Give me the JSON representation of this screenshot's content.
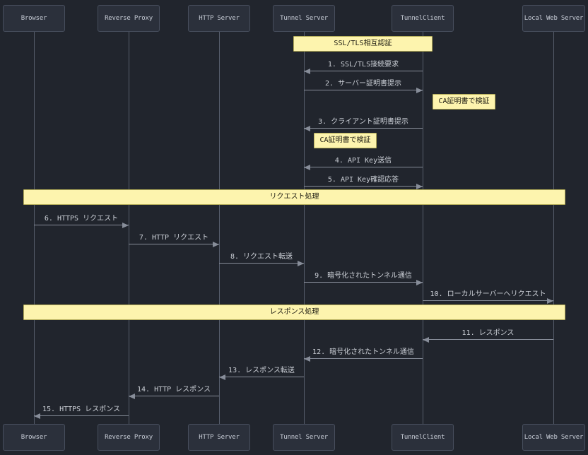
{
  "diagram": {
    "type": "sequence",
    "participants": [
      {
        "name": "Browser"
      },
      {
        "name": "Reverse Proxy"
      },
      {
        "name": "HTTP Server"
      },
      {
        "name": "Tunnel Server"
      },
      {
        "name": "TunnelClient"
      },
      {
        "name": "Local Web Server"
      }
    ],
    "notes": [
      {
        "text": "SSL/TLS相互認証",
        "over": [
          "Tunnel Server",
          "TunnelClient"
        ]
      },
      {
        "text": "CA証明書で検証",
        "over": [
          "TunnelClient"
        ]
      },
      {
        "text": "CA証明書で検証",
        "over": [
          "Tunnel Server"
        ]
      },
      {
        "text": "リクエスト処理",
        "over": [
          "Browser",
          "Local Web Server"
        ]
      },
      {
        "text": "レスポンス処理",
        "over": [
          "Browser",
          "Local Web Server"
        ]
      }
    ],
    "messages": [
      {
        "text": "1. SSL/TLS接続要求",
        "from": "TunnelClient",
        "to": "Tunnel Server"
      },
      {
        "text": "2. サーバー証明書提示",
        "from": "Tunnel Server",
        "to": "TunnelClient"
      },
      {
        "text": "3. クライアント証明書提示",
        "from": "TunnelClient",
        "to": "Tunnel Server"
      },
      {
        "text": "4. API Key送信",
        "from": "TunnelClient",
        "to": "Tunnel Server"
      },
      {
        "text": "5. API Key確認応答",
        "from": "Tunnel Server",
        "to": "TunnelClient"
      },
      {
        "text": "6. HTTPS リクエスト",
        "from": "Browser",
        "to": "Reverse Proxy"
      },
      {
        "text": "7. HTTP リクエスト",
        "from": "Reverse Proxy",
        "to": "HTTP Server"
      },
      {
        "text": "8. リクエスト転送",
        "from": "HTTP Server",
        "to": "Tunnel Server"
      },
      {
        "text": "9. 暗号化されたトンネル通信",
        "from": "Tunnel Server",
        "to": "TunnelClient"
      },
      {
        "text": "10. ローカルサーバーへリクエスト",
        "from": "TunnelClient",
        "to": "Local Web Server"
      },
      {
        "text": "11. レスポンス",
        "from": "Local Web Server",
        "to": "TunnelClient"
      },
      {
        "text": "12. 暗号化されたトンネル通信",
        "from": "TunnelClient",
        "to": "Tunnel Server"
      },
      {
        "text": "13. レスポンス転送",
        "from": "Tunnel Server",
        "to": "HTTP Server"
      },
      {
        "text": "14. HTTP レスポンス",
        "from": "HTTP Server",
        "to": "Reverse Proxy"
      },
      {
        "text": "15. HTTPS レスポンス",
        "from": "Reverse Proxy",
        "to": "Browser"
      }
    ],
    "colors": {
      "background": "#21252d",
      "actor_fill": "#2b303b",
      "actor_border": "#474e5d",
      "actor_text": "#c7ccd6",
      "lifeline": "#565d6b",
      "arrow": "#878d99",
      "message_text": "#ccd0d7",
      "note_fill": "#fdf4ae",
      "note_border": "#b3ac59",
      "note_text": "#1e1c12"
    }
  }
}
